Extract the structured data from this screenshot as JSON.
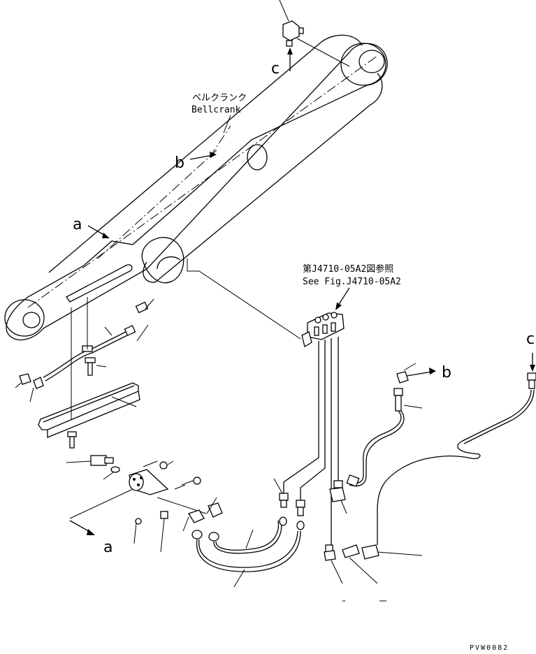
{
  "labels": {
    "bellcrank_jp": "ベルクランク",
    "bellcrank_en": "Bellcrank",
    "ref_jp": "第J4710-05A2図参照",
    "ref_en": "See Fig.J4710-05A2",
    "letter_a_top": "a",
    "letter_b_top": "b",
    "letter_c_top": "c",
    "letter_a_bottom": "a",
    "letter_b_right": "b",
    "letter_c_right": "c",
    "drawing_code": "PVW0082"
  }
}
